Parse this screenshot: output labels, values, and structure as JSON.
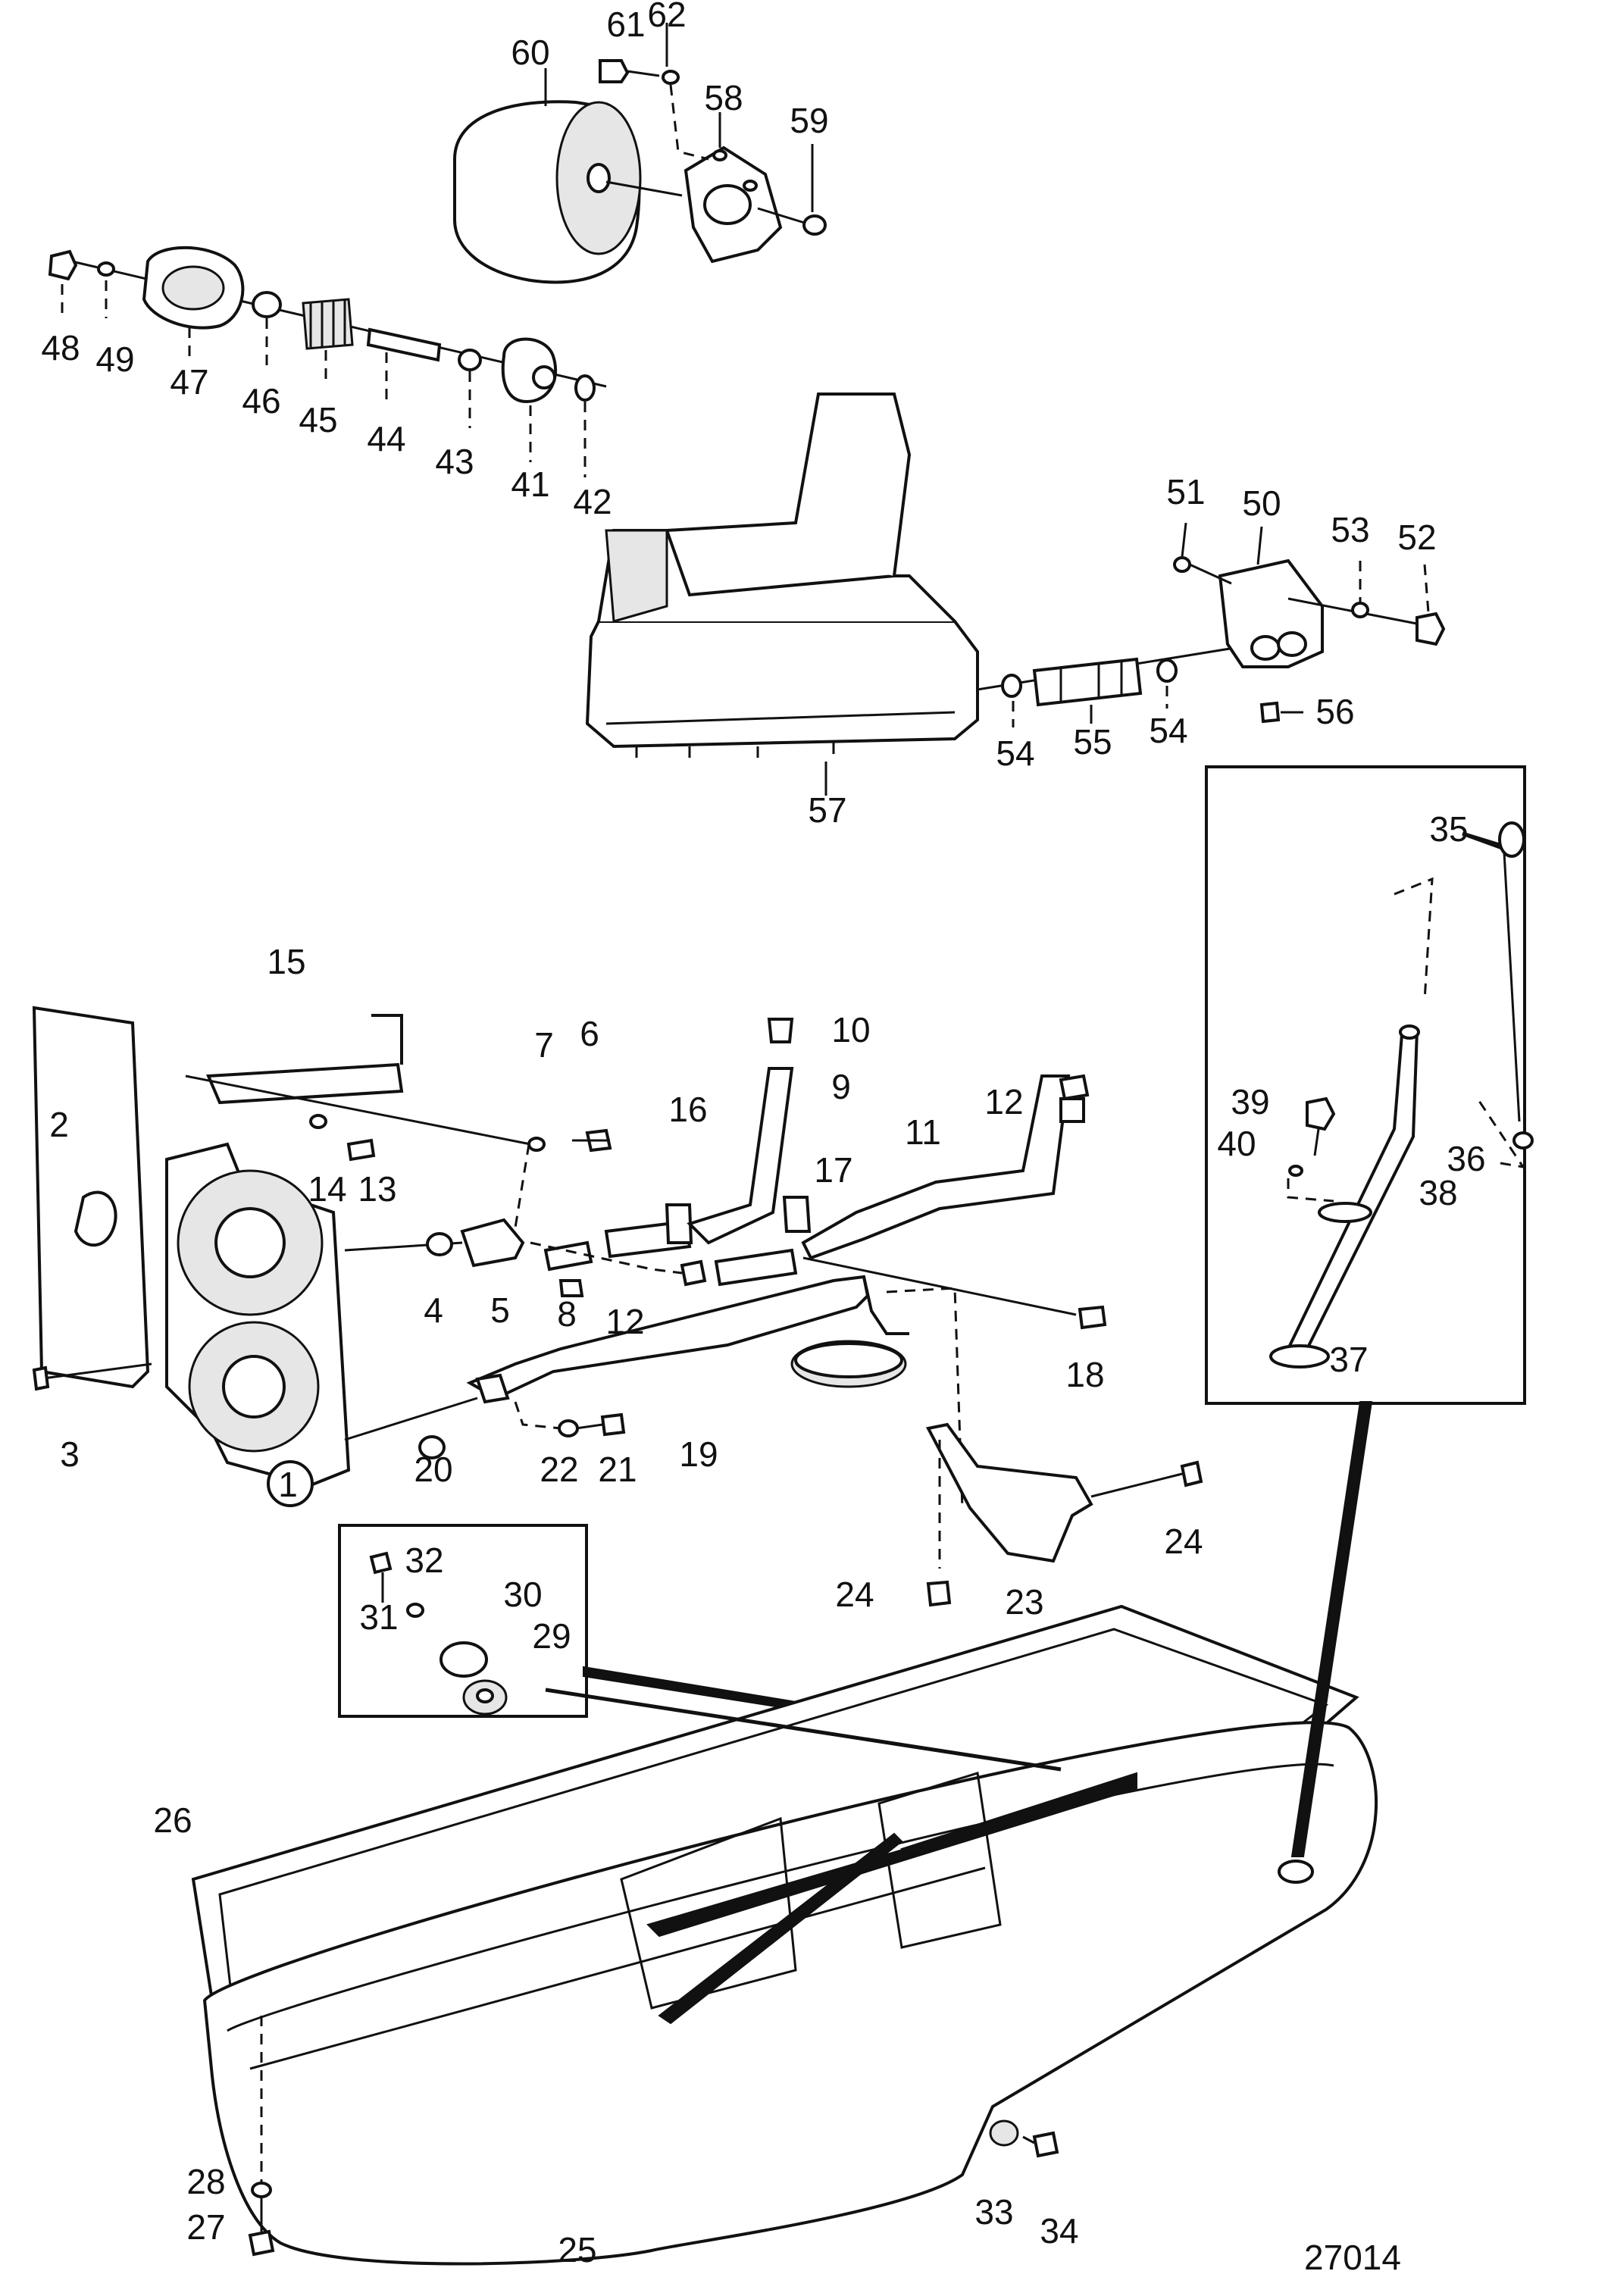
{
  "diagram": {
    "drawing_number": "27014",
    "callouts": [
      {
        "id": "c1",
        "text": "1",
        "circled": true
      },
      {
        "id": "c2",
        "text": "2"
      },
      {
        "id": "c3",
        "text": "3"
      },
      {
        "id": "c4",
        "text": "4"
      },
      {
        "id": "c5",
        "text": "5"
      },
      {
        "id": "c6",
        "text": "6"
      },
      {
        "id": "c7",
        "text": "7"
      },
      {
        "id": "c8",
        "text": "8"
      },
      {
        "id": "c9",
        "text": "9"
      },
      {
        "id": "c10",
        "text": "10"
      },
      {
        "id": "c11",
        "text": "11"
      },
      {
        "id": "c12a",
        "text": "12"
      },
      {
        "id": "c12b",
        "text": "12"
      },
      {
        "id": "c13",
        "text": "13"
      },
      {
        "id": "c14",
        "text": "14"
      },
      {
        "id": "c15",
        "text": "15"
      },
      {
        "id": "c16",
        "text": "16"
      },
      {
        "id": "c17",
        "text": "17"
      },
      {
        "id": "c18",
        "text": "18"
      },
      {
        "id": "c19",
        "text": "19"
      },
      {
        "id": "c20",
        "text": "20"
      },
      {
        "id": "c21",
        "text": "21"
      },
      {
        "id": "c22",
        "text": "22"
      },
      {
        "id": "c23",
        "text": "23"
      },
      {
        "id": "c24a",
        "text": "24"
      },
      {
        "id": "c24b",
        "text": "24"
      },
      {
        "id": "c25",
        "text": "25"
      },
      {
        "id": "c26",
        "text": "26"
      },
      {
        "id": "c27",
        "text": "27"
      },
      {
        "id": "c28",
        "text": "28"
      },
      {
        "id": "c29",
        "text": "29"
      },
      {
        "id": "c30",
        "text": "30"
      },
      {
        "id": "c31",
        "text": "31"
      },
      {
        "id": "c32",
        "text": "32"
      },
      {
        "id": "c33",
        "text": "33"
      },
      {
        "id": "c34",
        "text": "34"
      },
      {
        "id": "c35",
        "text": "35"
      },
      {
        "id": "c36",
        "text": "36"
      },
      {
        "id": "c37",
        "text": "37"
      },
      {
        "id": "c38",
        "text": "38"
      },
      {
        "id": "c39",
        "text": "39"
      },
      {
        "id": "c40",
        "text": "40"
      },
      {
        "id": "c41",
        "text": "41"
      },
      {
        "id": "c42",
        "text": "42"
      },
      {
        "id": "c43",
        "text": "43"
      },
      {
        "id": "c44",
        "text": "44"
      },
      {
        "id": "c45",
        "text": "45"
      },
      {
        "id": "c46",
        "text": "46"
      },
      {
        "id": "c47",
        "text": "47"
      },
      {
        "id": "c48",
        "text": "48"
      },
      {
        "id": "c49",
        "text": "49"
      },
      {
        "id": "c50",
        "text": "50"
      },
      {
        "id": "c51",
        "text": "51"
      },
      {
        "id": "c52",
        "text": "52"
      },
      {
        "id": "c53",
        "text": "53"
      },
      {
        "id": "c54a",
        "text": "54"
      },
      {
        "id": "c54b",
        "text": "54"
      },
      {
        "id": "c55",
        "text": "55"
      },
      {
        "id": "c56",
        "text": "56"
      },
      {
        "id": "c57",
        "text": "57"
      },
      {
        "id": "c58",
        "text": "58"
      },
      {
        "id": "c59",
        "text": "59"
      },
      {
        "id": "c60",
        "text": "60"
      },
      {
        "id": "c61",
        "text": "61"
      },
      {
        "id": "c62",
        "text": "62"
      }
    ]
  }
}
